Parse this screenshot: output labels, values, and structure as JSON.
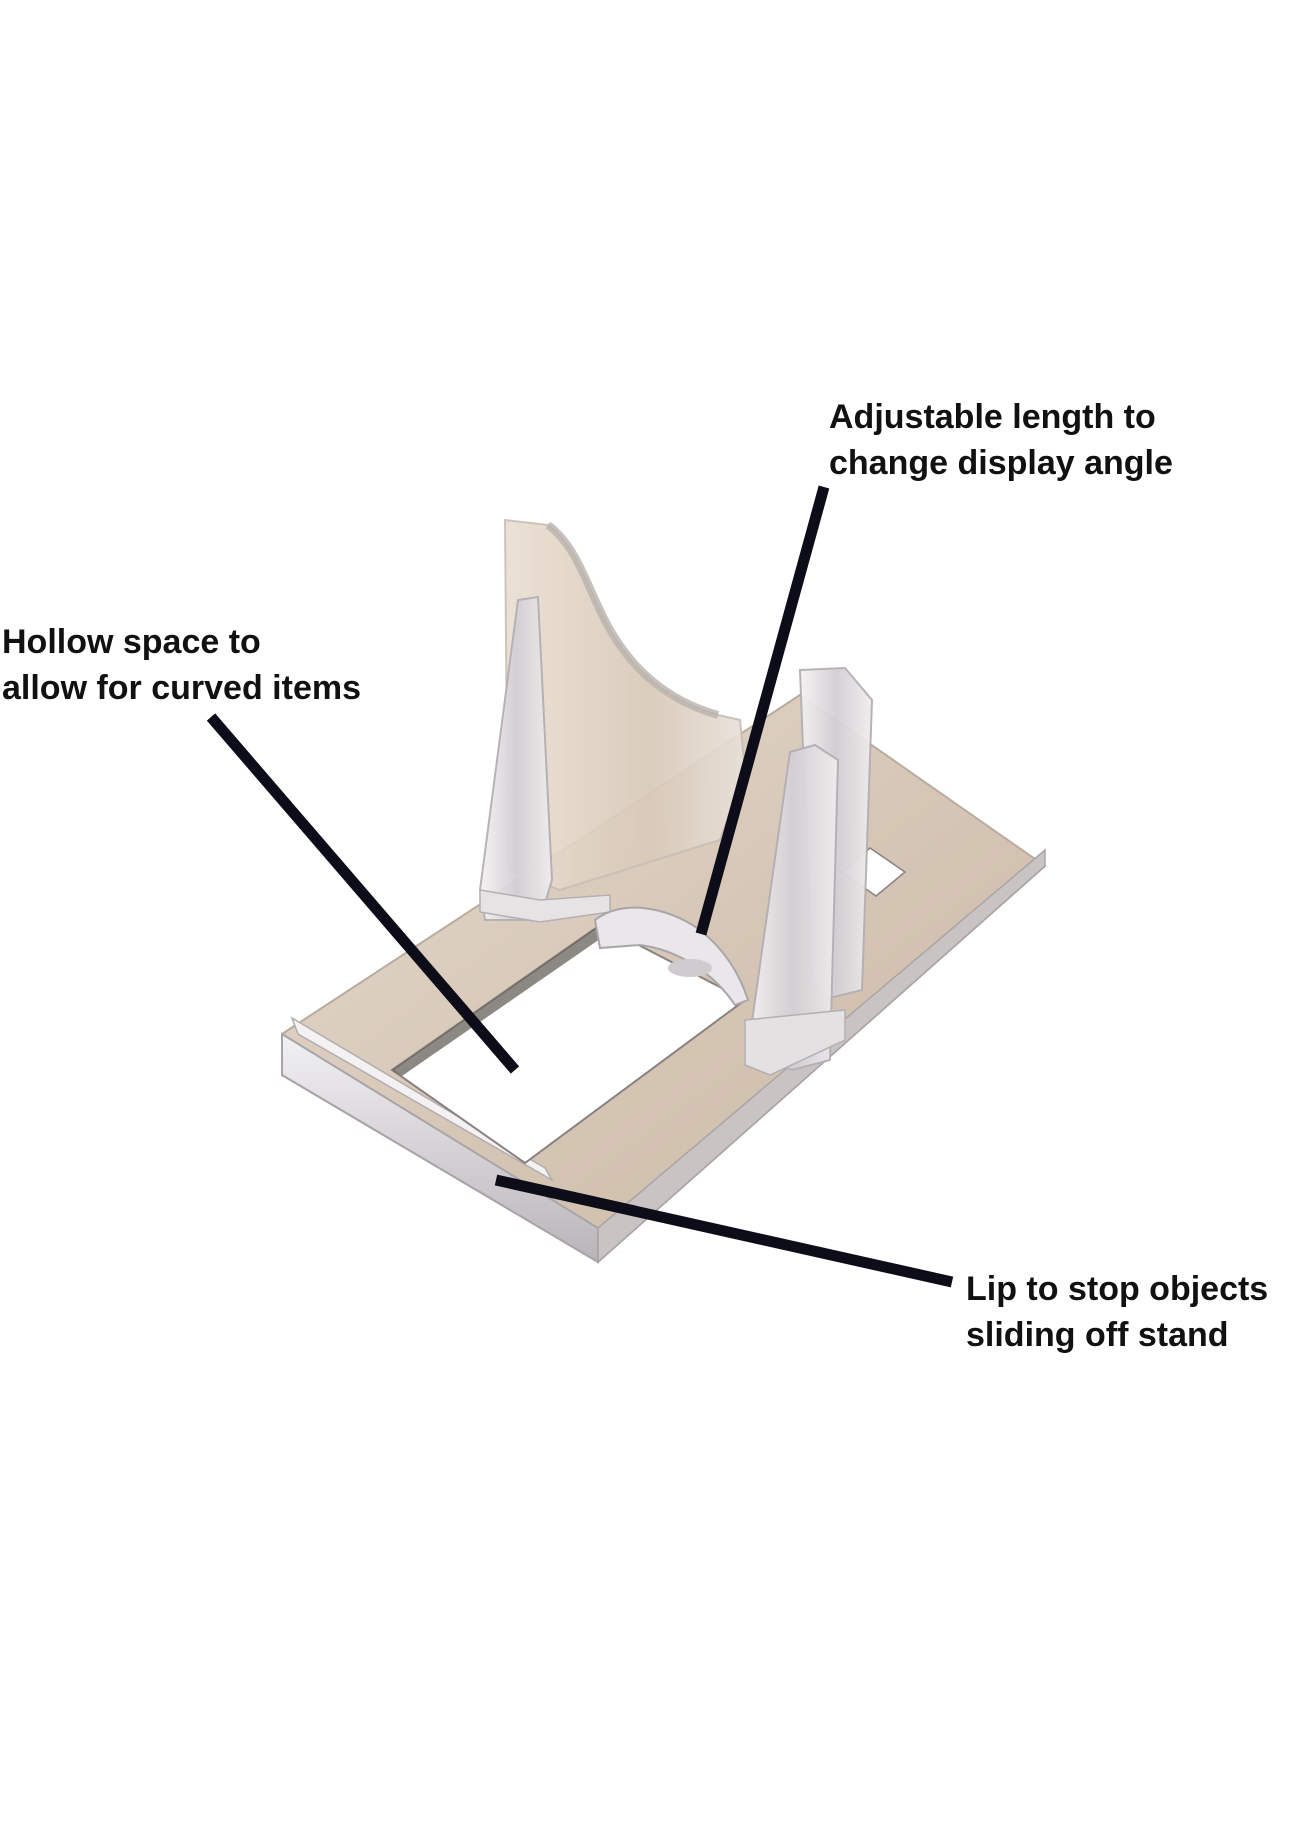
{
  "callouts": {
    "adjustable": {
      "line1": "Adjustable length to",
      "line2": "change display angle"
    },
    "hollow": {
      "line1": "Hollow space to",
      "line2": "allow for curved items"
    },
    "lip": {
      "line1": "Lip to stop objects",
      "line2": "sliding off stand"
    }
  },
  "colors": {
    "background": "#ffffff",
    "pointer": "#0d0d1a",
    "acrylic_tint": "#d9cbbb",
    "acrylic_edge": "#a8a4a8"
  }
}
